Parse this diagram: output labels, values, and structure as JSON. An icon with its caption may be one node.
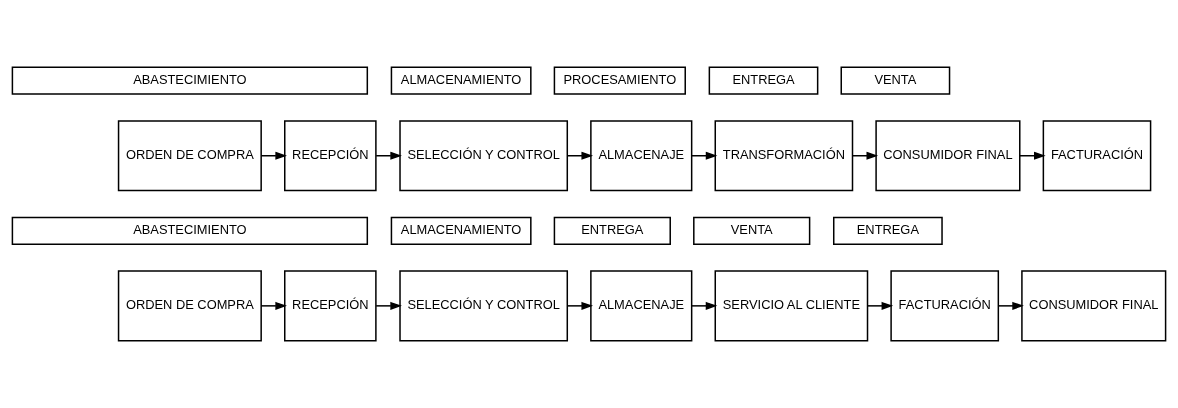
{
  "diagram": {
    "nodes": [
      {
        "text": [
          "ABASTECIMIENTO"
        ]
      },
      {
        "text": [
          "ALMACENAMIENTO"
        ]
      },
      {
        "text": [
          "PROCESAMIENTO"
        ]
      },
      {
        "text": [
          "ENTREGA"
        ]
      },
      {
        "text": [
          "VENTA"
        ]
      },
      {
        "text": [
          "ORDEN DE COMPRA"
        ]
      },
      {
        "text": [
          "RECEPCIÓN"
        ]
      },
      {
        "text": [
          "SELECCIÓN Y CONTROL"
        ]
      },
      {
        "text": [
          "ALMACENAJE"
        ]
      },
      {
        "text": [
          "TRANSFORMACIÓN"
        ]
      },
      {
        "text": [
          "CONSUMIDOR FINAL"
        ]
      },
      {
        "text": [
          "FACTURACIÓN"
        ]
      },
      {
        "text": [
          "ABASTECIMIENTO"
        ]
      },
      {
        "text": [
          "ALMACENAMIENTO"
        ]
      },
      {
        "text": [
          "ENTREGA"
        ]
      },
      {
        "text": [
          "VENTA"
        ]
      },
      {
        "text": [
          "ENTREGA"
        ]
      },
      {
        "text": [
          "ORDEN DE COMPRA"
        ]
      },
      {
        "text": [
          "RECEPCIÓN"
        ]
      },
      {
        "text": [
          "SELECCIÓN Y CONTROL"
        ]
      },
      {
        "text": [
          "ALMACENAJE"
        ]
      },
      {
        "text": [
          "SERVICIO AL CLIENTE"
        ]
      },
      {
        "text": [
          "FACTURACIÓN"
        ]
      },
      {
        "text": [
          "CONSUMIDOR FINAL"
        ]
      }
    ],
    "edges": [
      {
        "from": 5,
        "to": 6,
        "arrow": "to"
      },
      {
        "from": 6,
        "to": 7,
        "arrow": "to"
      },
      {
        "from": 7,
        "to": 8,
        "arrow": "to"
      },
      {
        "from": 8,
        "to": 9,
        "arrow": "to"
      },
      {
        "from": 9,
        "to": 10,
        "arrow": "to"
      },
      {
        "from": 10,
        "to": 11,
        "arrow": "to"
      },
      {
        "from": 17,
        "to": 18,
        "arrow": "to"
      },
      {
        "from": 18,
        "to": 19,
        "arrow": "to"
      },
      {
        "from": 19,
        "to": 20,
        "arrow": "to"
      },
      {
        "from": 20,
        "to": 21,
        "arrow": "to"
      },
      {
        "from": 21,
        "to": 22,
        "arrow": "to"
      },
      {
        "from": 22,
        "to": 23,
        "arrow": "to"
      }
    ]
  }
}
